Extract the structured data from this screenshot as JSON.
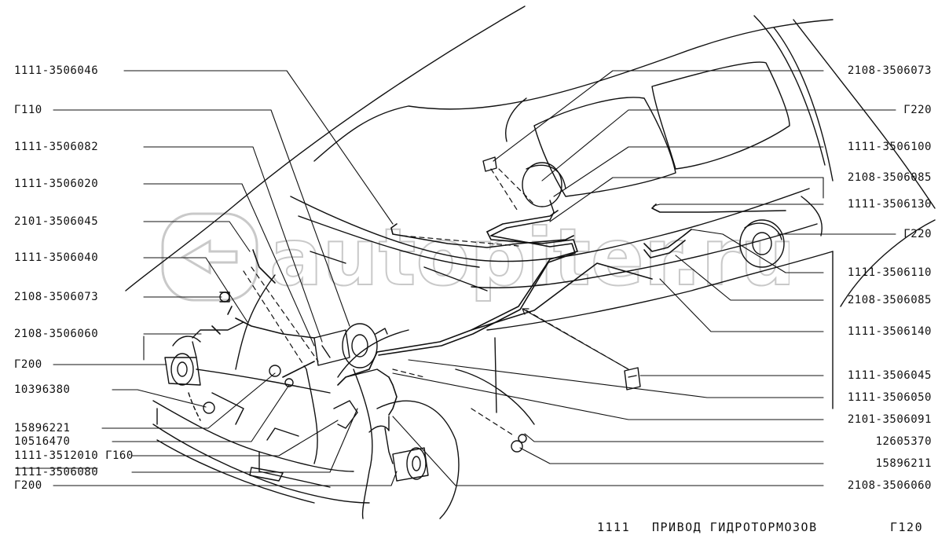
{
  "left_labels": [
    "1111-3506046",
    "Г110",
    "1111-3506082",
    "1111-3506020",
    "2101-3506045",
    "1111-3506040",
    "2108-3506073",
    "2108-3506060",
    "Г200",
    "10396380",
    "15896221",
    "10516470",
    "1111-3512010 Г160",
    "1111-3506080",
    "Г200"
  ],
  "right_labels": [
    "2108-3506073",
    "Г220",
    "1111-3506100",
    "2108-3506085",
    "1111-3506130",
    "Г220",
    "1111-3506110",
    "2108-3506085",
    "1111-3506140",
    "1111-3506045",
    "1111-3506050",
    "2101-3506091",
    "12605370",
    "15896211",
    "2108-3506060"
  ],
  "footer": {
    "model": "1111",
    "title": "ПРИВОД ГИДРОТОРМОЗОВ",
    "code": "Г120"
  },
  "watermark": "autopiter.ru"
}
